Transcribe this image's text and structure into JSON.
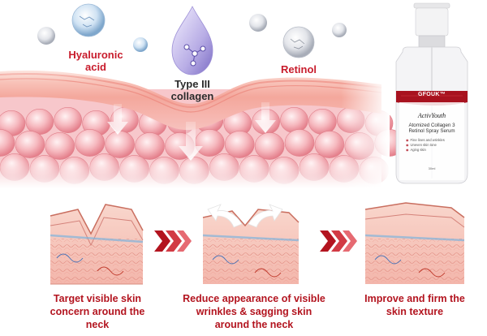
{
  "ingredients": {
    "hyaluronic": [
      "Hyaluronic",
      "acid"
    ],
    "collagen": [
      "Type III",
      "collagen"
    ],
    "retinol": "Retinol"
  },
  "product": {
    "brand": "GFOUK™",
    "line": "ActivYouth",
    "name": [
      "Atomized Collagen 3",
      "Retinol Spray Serum"
    ],
    "benefits": [
      "Fine lines and wrinkles",
      "Uneven skin tone",
      "Aging skin"
    ],
    "volume": "30ml"
  },
  "steps": [
    {
      "caption": [
        "Target visible skin",
        "concern around the",
        "neck"
      ]
    },
    {
      "caption": [
        "Reduce appearance of visible",
        "wrinkles & sagging skin",
        "around the neck"
      ]
    },
    {
      "caption": [
        "Improve and firm the",
        "skin texture"
      ]
    }
  ],
  "colors": {
    "accent": "#c81c2c",
    "bottle_band": "#a8121f",
    "skin_cell": "#f2a1aa",
    "arrow_chevron": "#b3141f"
  }
}
